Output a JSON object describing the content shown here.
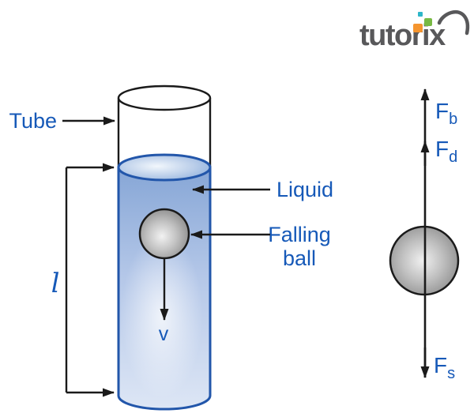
{
  "logo": {
    "text": "tutorix",
    "color": "#58585a",
    "dots": {
      "orange": "#f5952f",
      "green": "#78b943",
      "teal": "#2eb6c9"
    }
  },
  "labels": {
    "tube": "Tube",
    "liquid": "Liquid",
    "falling_ball": [
      "Falling",
      "ball"
    ],
    "length": "l",
    "velocity": "v"
  },
  "forces": [
    {
      "symbol": "F",
      "subscript": "b"
    },
    {
      "symbol": "F",
      "subscript": "d"
    },
    {
      "symbol": "F",
      "subscript": "s"
    }
  ],
  "colors": {
    "label_text": "#1659b8",
    "line": "#1a1a1a",
    "liquid_border": "#2256aa",
    "liquid_top": "#86a6d6",
    "liquid_bottom": "#dde6f5",
    "ball_light": "#f2f2f2",
    "ball_dark": "#7a7a7a",
    "background": "#ffffff"
  }
}
